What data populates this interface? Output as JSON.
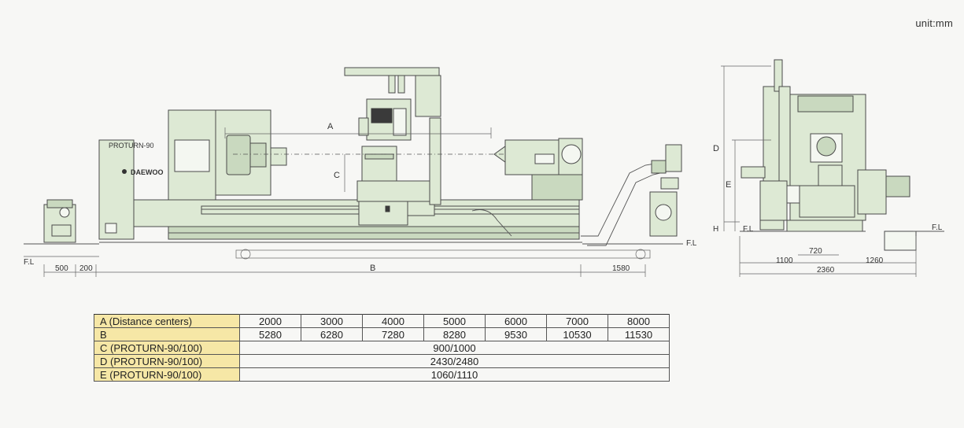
{
  "unit_label": "unit:mm",
  "drawing": {
    "brand": "PROTURN-90",
    "logo": "DAEWOO",
    "floor_label": "F.L",
    "dim_labels": {
      "A": "A",
      "B": "B",
      "C": "C",
      "D": "D",
      "E": "E",
      "H": "H"
    },
    "dims": {
      "front_500": "500",
      "front_200": "200",
      "front_1580": "1580",
      "side_720": "720",
      "side_1100": "1100",
      "side_1260": "1260",
      "side_2360": "2360"
    }
  },
  "spec_table": {
    "rows": [
      {
        "label": "A (Distance centers)",
        "values": [
          "2000",
          "3000",
          "4000",
          "5000",
          "6000",
          "7000",
          "8000"
        ]
      },
      {
        "label": "B",
        "values": [
          "5280",
          "6280",
          "7280",
          "8280",
          "9530",
          "10530",
          "11530"
        ]
      },
      {
        "label": "C (PROTURN-90/100)",
        "span": "900/1000"
      },
      {
        "label": "D (PROTURN-90/100)",
        "span": "2430/2480"
      },
      {
        "label": "E (PROTURN-90/100)",
        "span": "1060/1110"
      }
    ]
  },
  "colors": {
    "machine": "#dde9d4",
    "outline": "#4a4a4a",
    "label_bg": "#f6e7a6"
  }
}
